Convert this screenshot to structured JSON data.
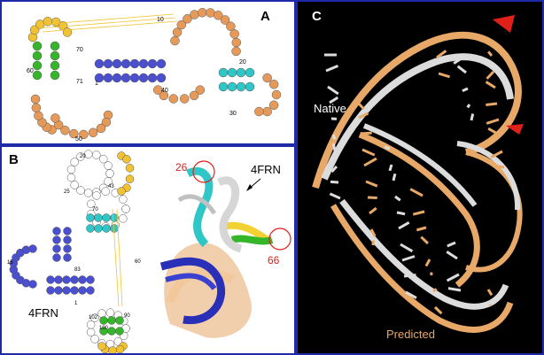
{
  "panelA": {
    "label": "A",
    "numbers": [
      "10",
      "20",
      "30",
      "40",
      "50",
      "60",
      "70",
      "71",
      "1"
    ]
  },
  "panelB": {
    "label": "B",
    "rna_name": "4FRN",
    "numbers": [
      "20",
      "43",
      "70",
      "25",
      "15",
      "60",
      "83",
      "1",
      "102",
      "90",
      "100"
    ],
    "pointer_label": "4FRN",
    "circle_labels": [
      "26",
      "66"
    ]
  },
  "panelC": {
    "label": "C",
    "native_label": "Native",
    "predicted_label": "Predicted"
  },
  "colors": {
    "border": "#1f2aa8",
    "orange": "#e69a5a",
    "yellow": "#f1c232",
    "green": "#35b52a",
    "blue": "#4a4fd0",
    "cyan": "#2ec6c6",
    "white_nt": "#ffffff",
    "red": "#e0201a",
    "predicted": "#e8a868",
    "native": "#dcdcdc"
  }
}
